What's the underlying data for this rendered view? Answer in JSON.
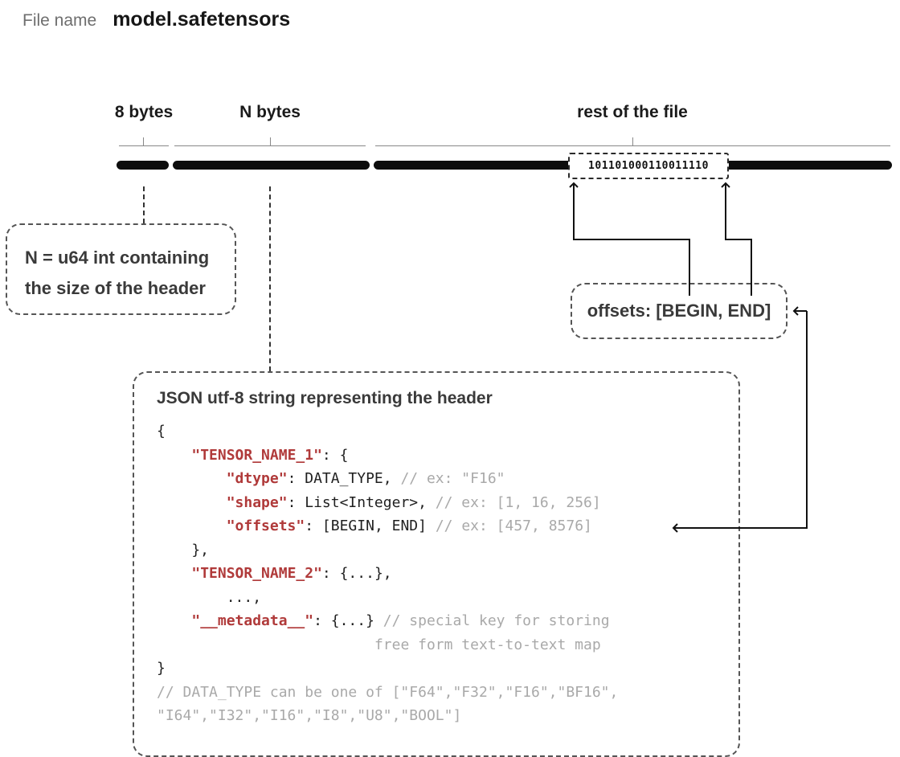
{
  "file": {
    "label": "File name",
    "name": "model.safetensors"
  },
  "segments": [
    {
      "label": "8 bytes"
    },
    {
      "label": "N bytes"
    },
    {
      "label": "rest of the file"
    }
  ],
  "bits": "101101000110011110",
  "notes": {
    "header_size_line1": "N = u64 int containing",
    "header_size_line2": "the size of the header",
    "offsets": "offsets: [BEGIN, END]"
  },
  "json_box": {
    "title": "JSON utf-8 string representing the header",
    "lines": [
      {
        "parts": [
          {
            "t": "{",
            "c": "txt"
          }
        ]
      },
      {
        "parts": [
          {
            "t": "    ",
            "c": "txt"
          },
          {
            "t": "\"TENSOR_NAME_1\"",
            "c": "key"
          },
          {
            "t": ": {",
            "c": "txt"
          }
        ]
      },
      {
        "parts": [
          {
            "t": "        ",
            "c": "txt"
          },
          {
            "t": "\"dtype\"",
            "c": "key"
          },
          {
            "t": ": DATA_TYPE, ",
            "c": "txt"
          },
          {
            "t": "// ex: \"F16\"",
            "c": "com"
          }
        ]
      },
      {
        "parts": [
          {
            "t": "        ",
            "c": "txt"
          },
          {
            "t": "\"shape\"",
            "c": "key"
          },
          {
            "t": ": List<Integer>, ",
            "c": "txt"
          },
          {
            "t": "// ex: [1, 16, 256]",
            "c": "com"
          }
        ]
      },
      {
        "parts": [
          {
            "t": "        ",
            "c": "txt"
          },
          {
            "t": "\"offsets\"",
            "c": "key"
          },
          {
            "t": ": [BEGIN, END] ",
            "c": "txt"
          },
          {
            "t": "// ex: [457, 8576]",
            "c": "com"
          }
        ]
      },
      {
        "parts": [
          {
            "t": "    },",
            "c": "txt"
          }
        ]
      },
      {
        "parts": [
          {
            "t": "    ",
            "c": "txt"
          },
          {
            "t": "\"TENSOR_NAME_2\"",
            "c": "key"
          },
          {
            "t": ": {...},",
            "c": "txt"
          }
        ]
      },
      {
        "parts": [
          {
            "t": "        ...,",
            "c": "txt"
          }
        ]
      },
      {
        "parts": [
          {
            "t": "    ",
            "c": "txt"
          },
          {
            "t": "\"__metadata__\"",
            "c": "key"
          },
          {
            "t": ": {...} ",
            "c": "txt"
          },
          {
            "t": "// special key for storing",
            "c": "com"
          }
        ]
      },
      {
        "parts": [
          {
            "t": "                         ",
            "c": "txt"
          },
          {
            "t": "free form text-to-text map",
            "c": "com"
          }
        ]
      },
      {
        "parts": [
          {
            "t": "}",
            "c": "txt"
          }
        ]
      },
      {
        "parts": [
          {
            "t": "// DATA_TYPE can be one of [\"F64\",\"F32\",\"F16\",\"BF16\",",
            "c": "com"
          }
        ]
      },
      {
        "parts": [
          {
            "t": "\"I64\",\"I32\",\"I16\",\"I8\",\"U8\",\"BOOL\"]",
            "c": "com"
          }
        ]
      }
    ]
  },
  "colors": {
    "key": "#b03a3a",
    "comment": "#a9a9a9",
    "bar": "#0d0d0d"
  }
}
